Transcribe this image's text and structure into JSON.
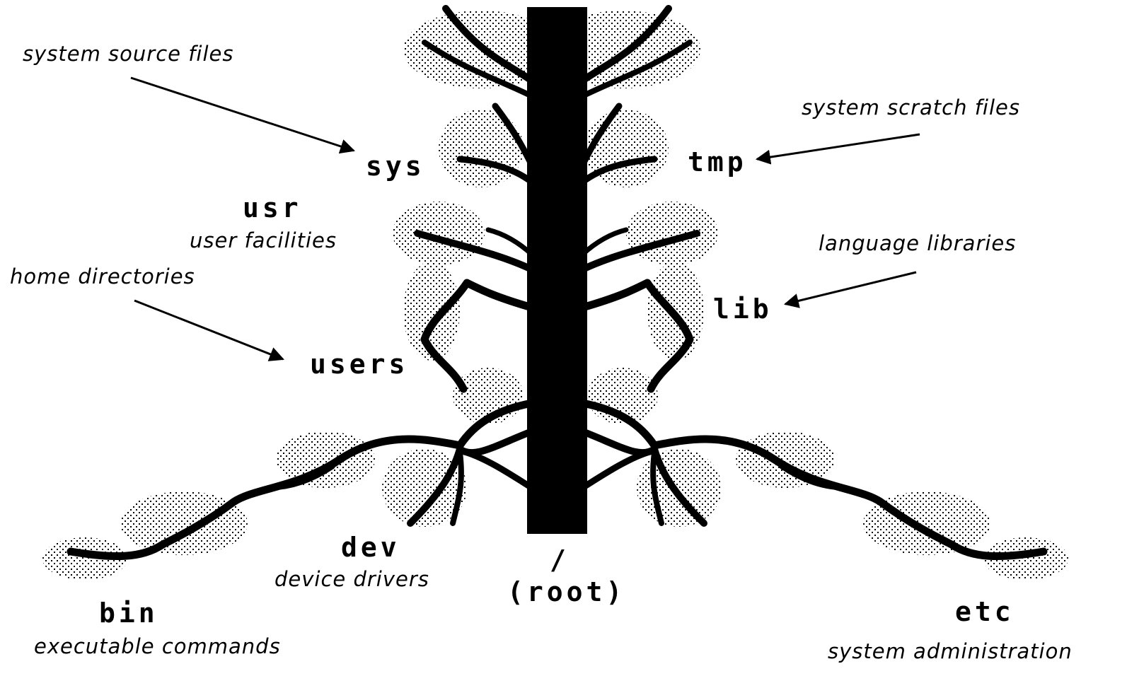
{
  "labels": {
    "sys": "sys",
    "tmp": "tmp",
    "usr": "usr",
    "lib": "lib",
    "users": "users",
    "dev": "dev",
    "root_slash": "/",
    "root": "(root)",
    "bin": "bin",
    "etc": "etc"
  },
  "descriptions": {
    "sys": "system source files",
    "tmp": "system scratch files",
    "usr": "user facilities",
    "lib": "language libraries",
    "users": "home directories",
    "dev": "device drivers",
    "bin": "executable commands",
    "etc": "system administration"
  },
  "colors": {
    "ink": "#000000",
    "background": "#ffffff"
  }
}
